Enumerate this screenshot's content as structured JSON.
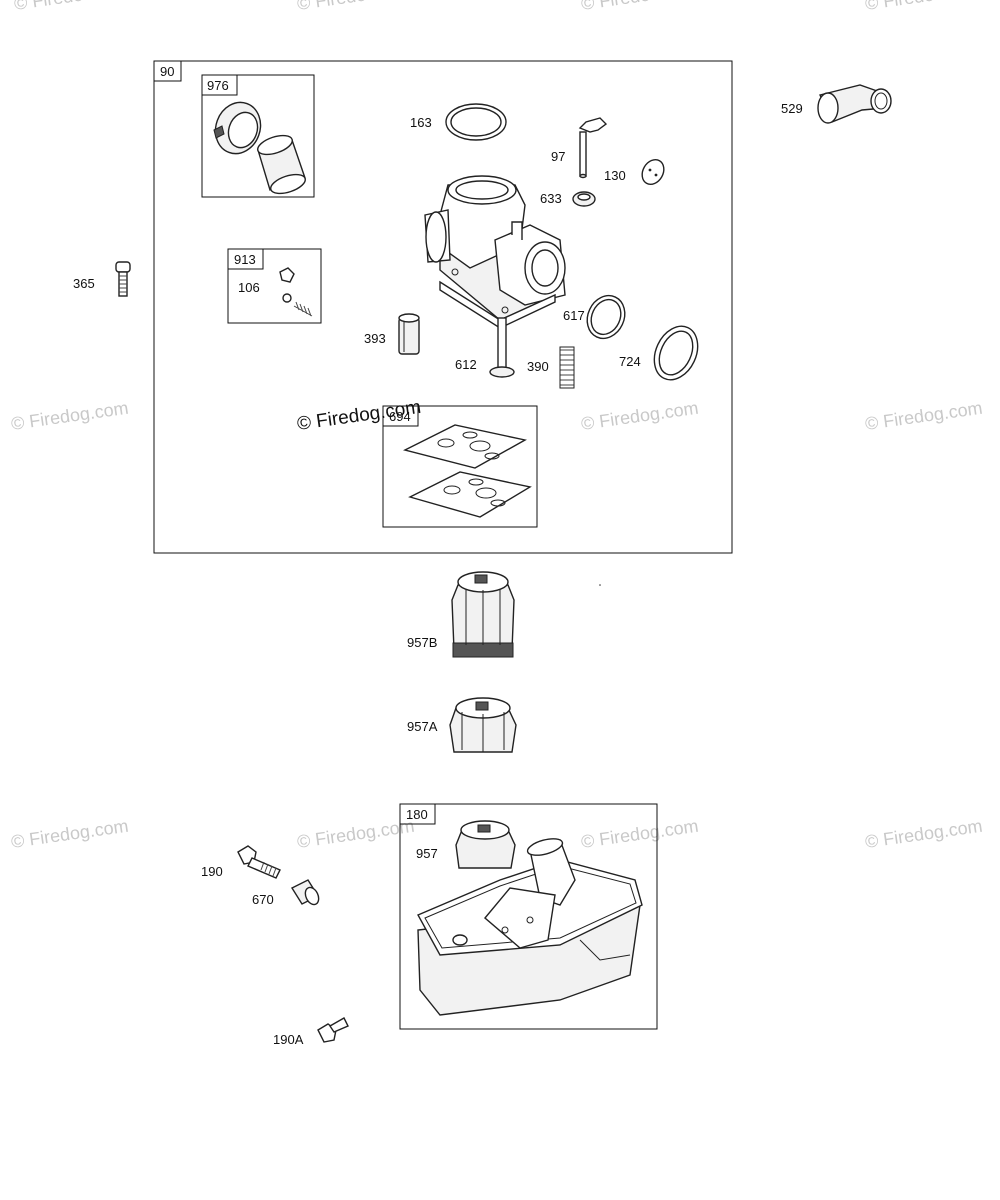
{
  "watermark": {
    "main": "© Firedog.com",
    "faint": "© Firedog.com",
    "faint_top": "© Firedo"
  },
  "assemblies": {
    "carburetor_kit": "90",
    "air_cleaner_kit": "976",
    "needle_kit": "913",
    "gasket_kit": "694",
    "fuel_tank_assembly": "180"
  },
  "parts": {
    "p163": "163",
    "p97": "97",
    "p130": "130",
    "p633": "633",
    "p529": "529",
    "p365": "365",
    "p106": "106",
    "p393": "393",
    "p617": "617",
    "p612": "612",
    "p390": "390",
    "p724": "724",
    "p957B": "957B",
    "p957A": "957A",
    "p957": "957",
    "p190": "190",
    "p670": "670",
    "p190A": "190A"
  }
}
